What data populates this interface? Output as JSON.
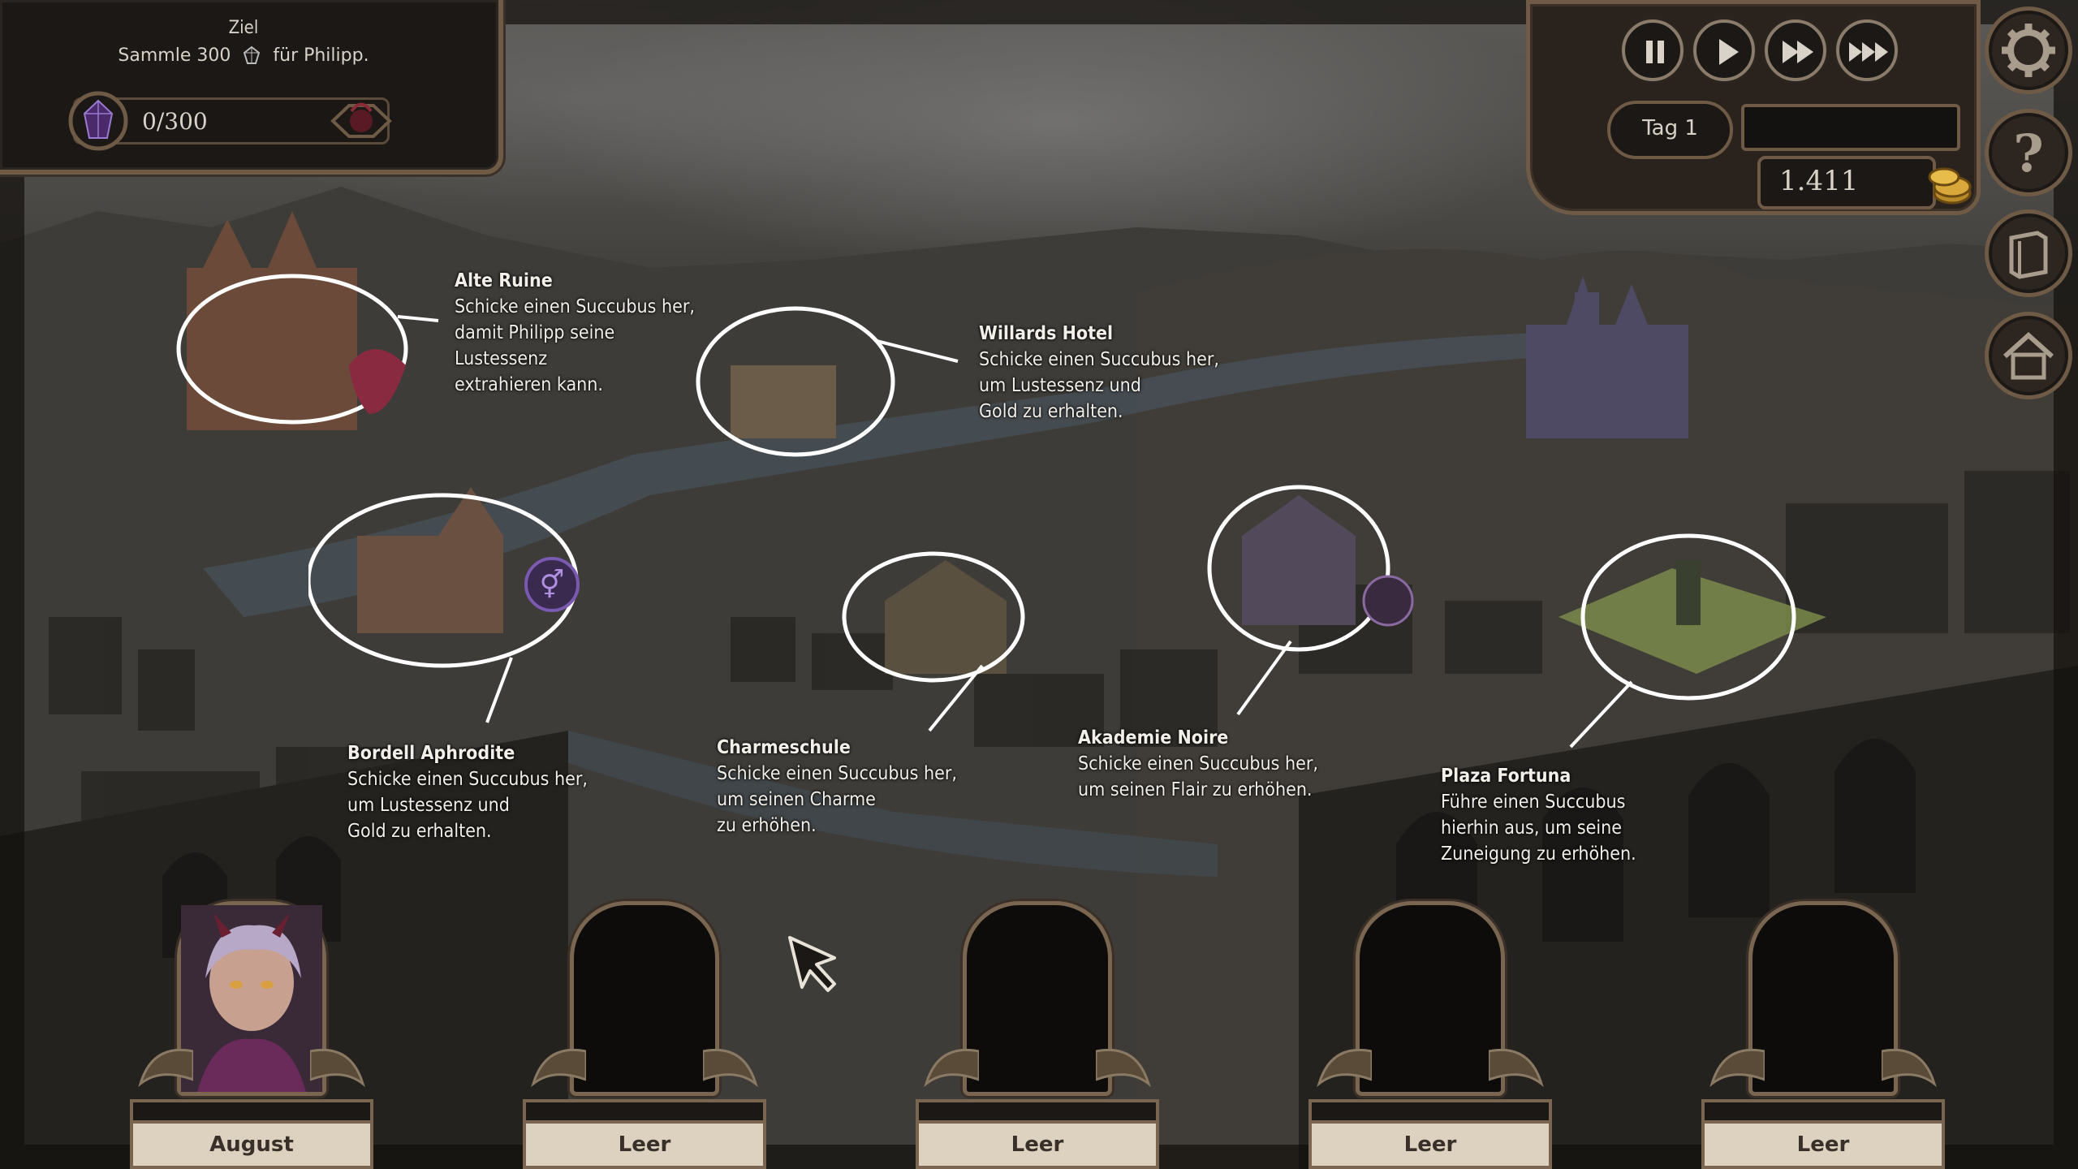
{
  "objective": {
    "title": "Ziel",
    "desc_prefix": "Sammle 300",
    "desc_suffix": "für Philipp.",
    "progress": "0/300",
    "progress_fraction": 0.0
  },
  "hud": {
    "day": "Tag 1",
    "day_progress_fraction": 0.0,
    "gold": "1.411",
    "speed_buttons": [
      "pause-icon",
      "play-icon",
      "fast-forward-icon",
      "fastest-forward-icon"
    ],
    "side_buttons": [
      "settings-gear-icon",
      "help-question-icon",
      "journal-icon",
      "home-icon"
    ]
  },
  "locations": [
    {
      "id": "alte-ruine",
      "name": "Alte Ruine",
      "desc": "Schicke einen Succubus her,\ndamit Philipp seine\nLustessenz\nextrahieren kann."
    },
    {
      "id": "willards-hotel",
      "name": "Willards Hotel",
      "desc": "Schicke einen Succubus her,\num Lustessenz und\nGold zu erhalten."
    },
    {
      "id": "bordell-aphrodite",
      "name": "Bordell Aphrodite",
      "desc": "Schicke einen Succubus her,\num Lustessenz und\nGold zu erhalten."
    },
    {
      "id": "charmeschule",
      "name": "Charmeschule",
      "desc": "Schicke einen Succubus her,\num seinen Charme\nzu erhöhen."
    },
    {
      "id": "akademie-noire",
      "name": "Akademie Noire",
      "desc": "Schicke einen Succubus her,\num seinen Flair zu erhöhen."
    },
    {
      "id": "plaza-fortuna",
      "name": "Plaza Fortuna",
      "desc": "Führe einen Succubus\nhierhin aus, um seine\nZuneigung zu erhöhen."
    }
  ],
  "slots": [
    {
      "label": "August",
      "occupied": true
    },
    {
      "label": "Leer",
      "occupied": false
    },
    {
      "label": "Leer",
      "occupied": false
    },
    {
      "label": "Leer",
      "occupied": false
    },
    {
      "label": "Leer",
      "occupied": false
    }
  ],
  "colors": {
    "frame": "#6e5a45",
    "panel": "#1b1816",
    "nameplate": "#dcd2bf",
    "bubble": "#ffffff",
    "fortuna_glow": "#a8b860",
    "aphrodite_symbol": "#7a5ab0"
  }
}
